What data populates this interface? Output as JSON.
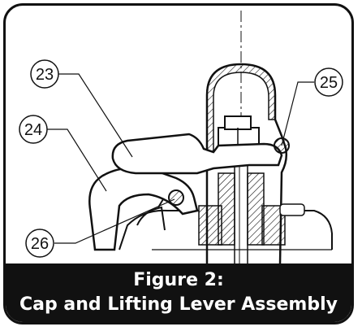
{
  "figure": {
    "title": "Figure 2:",
    "subtitle": "Cap and Lifting Lever Assembly"
  },
  "callouts": [
    {
      "label": "23"
    },
    {
      "label": "24"
    },
    {
      "label": "25"
    },
    {
      "label": "26"
    }
  ],
  "colors": {
    "border": "#111111",
    "caption_bg": "#111111",
    "caption_text": "#ffffff",
    "line": "#111111"
  }
}
